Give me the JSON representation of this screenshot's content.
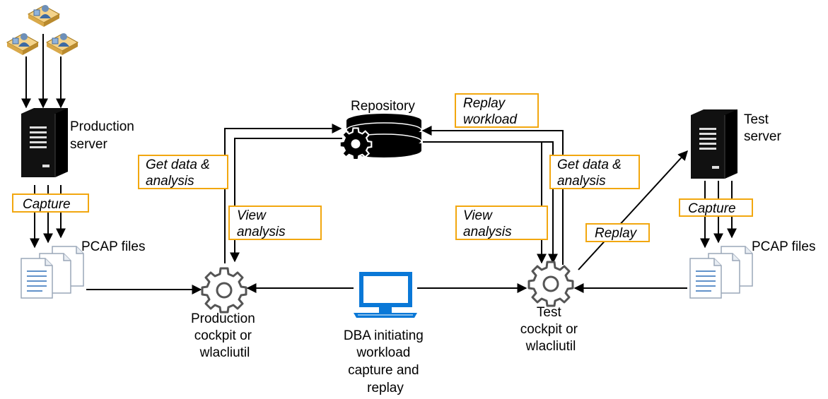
{
  "labels": {
    "production_server": [
      "Production",
      "server"
    ],
    "test_server": [
      "Test",
      "server"
    ],
    "repository": "Repository",
    "pcap_left": "PCAP files",
    "pcap_right": "PCAP files",
    "production_cockpit": [
      "Production",
      "cockpit or",
      "wlacliutil"
    ],
    "test_cockpit": [
      "Test",
      "cockpit or",
      "wlacliutil"
    ],
    "dba": [
      "DBA initiating",
      "workload",
      "capture and",
      "replay"
    ]
  },
  "boxes": {
    "capture_left": [
      "Capture"
    ],
    "capture_right": [
      "Capture"
    ],
    "get_data_left": [
      "Get data &",
      "analysis"
    ],
    "view_analysis_left": [
      "View",
      "analysis"
    ],
    "replay_workload": [
      "Replay",
      "workload"
    ],
    "get_data_right": [
      "Get data &",
      "analysis"
    ],
    "view_analysis_right": [
      "View",
      "analysis"
    ],
    "replay": [
      "Replay"
    ]
  },
  "colors": {
    "box_border": "#f2a70f",
    "server": "#111111",
    "monitor": "#0a78d7",
    "gear": "#555555",
    "document_line": "#2d6fb8"
  }
}
